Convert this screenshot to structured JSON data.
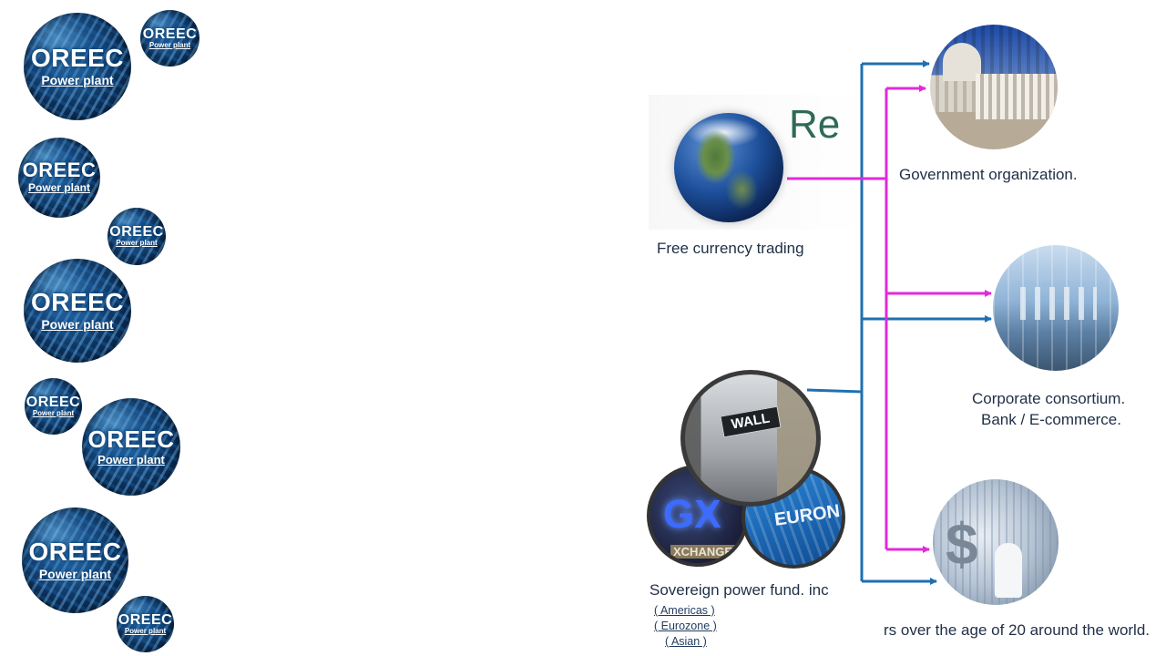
{
  "badges": {
    "title": "OREEC",
    "subtitle": "Power plant"
  },
  "left_note": {
    "re_text": "Re",
    "currency_label": "Free currency trading"
  },
  "fund": {
    "label": "Sovereign power fund. inc",
    "regions": [
      "( Americas )",
      "( Eurozone )",
      "( Asian )"
    ],
    "photo_text": {
      "wall": "WALL",
      "gx": "GX",
      "exchange": "XCHANGE",
      "euronext": "EURONE"
    }
  },
  "targets": {
    "government": "Government organization.",
    "corporate_line1": "Corporate consortium.",
    "corporate_line2": "Bank / E-commerce.",
    "individuals": "rs over the age of 20 around the world."
  },
  "colors": {
    "blue_arrow": "#1f6fb2",
    "magenta_arrow": "#e22ad8",
    "text": "#1f2f46"
  }
}
